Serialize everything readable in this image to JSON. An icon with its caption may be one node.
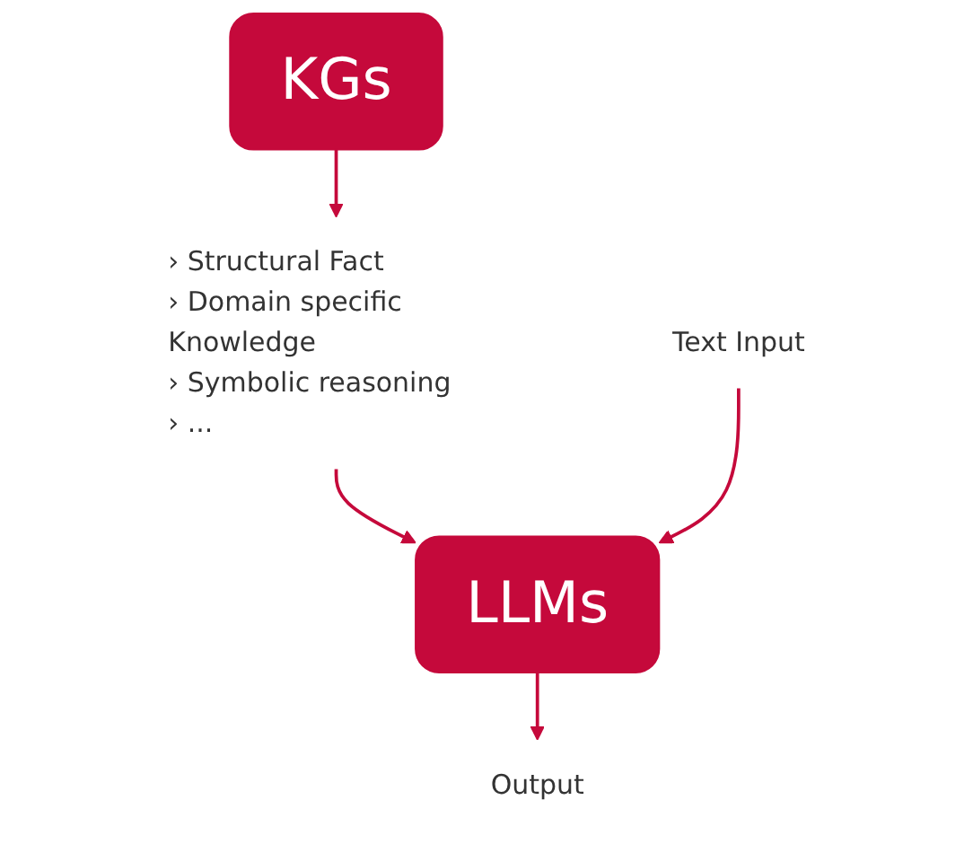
{
  "diagram": {
    "nodes": [
      {
        "text": [
          "KGs"
        ]
      },
      {
        "text": [
          "› Structural Fact",
          "› Domain specific Knowledge",
          "› Symbolic reasoning",
          "› ..."
        ]
      },
      {
        "text": [
          "LLMs"
        ]
      },
      {
        "text": [
          "Text Input"
        ]
      },
      {
        "text": [
          "Output"
        ]
      }
    ],
    "edges": [
      {
        "from": 0,
        "to": 1,
        "arrow": "to"
      },
      {
        "from": 1,
        "to": 2,
        "arrow": "to"
      },
      {
        "from": 3,
        "to": 2,
        "arrow": "to"
      },
      {
        "from": 2,
        "to": 4,
        "arrow": "to"
      }
    ]
  }
}
